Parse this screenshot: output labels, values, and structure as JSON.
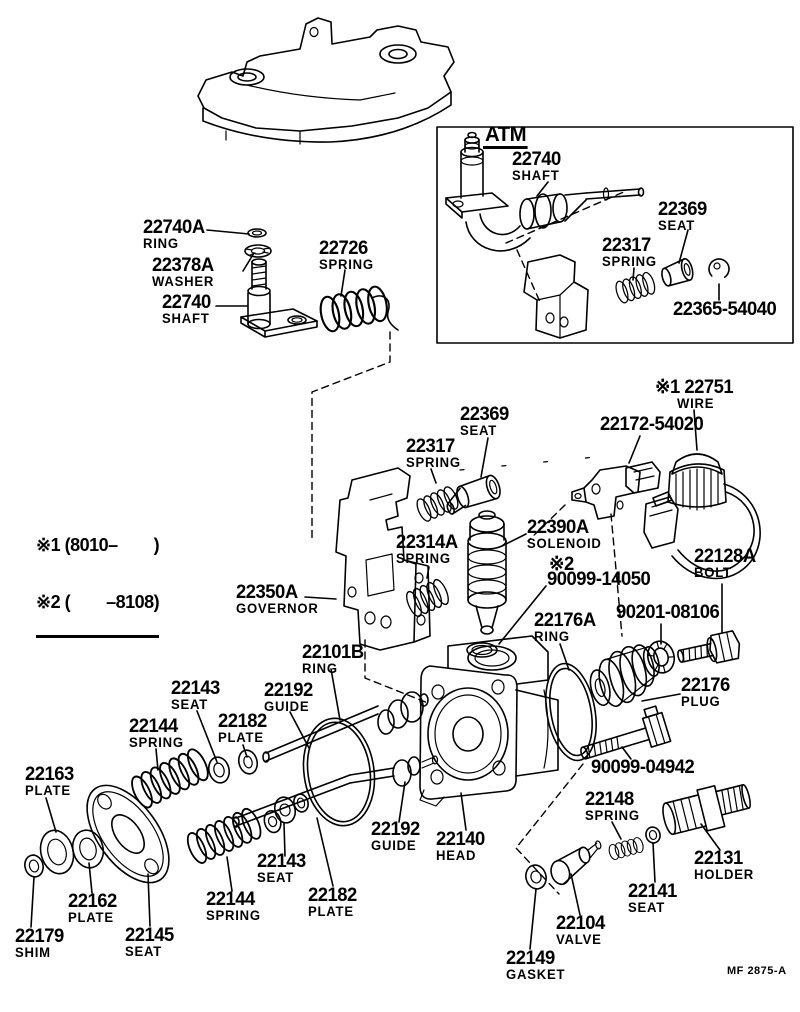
{
  "colors": {
    "ink": "#000000",
    "paper": "#ffffff"
  },
  "legend": {
    "line1": "※1 (8010–        )",
    "line2": "※2 (        –8108)"
  },
  "footer": {
    "code": "MF 2875-A"
  },
  "labels": [
    {
      "num": "22740A",
      "name": "RING"
    },
    {
      "num": "22378A",
      "name": "WASHER"
    },
    {
      "num": "22740",
      "name": "SHAFT"
    },
    {
      "num": "22726",
      "name": "SPRING"
    },
    {
      "num": "ATM",
      "name": ""
    },
    {
      "num": "22740",
      "name": "SHAFT"
    },
    {
      "num": "22369",
      "name": "SEAT"
    },
    {
      "num": "22317",
      "name": "SPRING"
    },
    {
      "num": "22365-54040",
      "name": ""
    },
    {
      "num": "※1 22751",
      "name": "WIRE"
    },
    {
      "num": "22172-54020",
      "name": ""
    },
    {
      "num": "22369",
      "name": "SEAT"
    },
    {
      "num": "22317",
      "name": "SPRING"
    },
    {
      "num": "22314A",
      "name": "SPRING"
    },
    {
      "num": "22390A",
      "name": "SOLENOID"
    },
    {
      "num": "※2",
      "name": ""
    },
    {
      "num": "90099-14050",
      "name": ""
    },
    {
      "num": "22350A",
      "name": "GOVERNOR"
    },
    {
      "num": "22128A",
      "name": "BOLT"
    },
    {
      "num": "90201-08106",
      "name": ""
    },
    {
      "num": "22176A",
      "name": "RING"
    },
    {
      "num": "22176",
      "name": "PLUG"
    },
    {
      "num": "90099-04942",
      "name": ""
    },
    {
      "num": "22101B",
      "name": "RING"
    },
    {
      "num": "22192",
      "name": "GUIDE"
    },
    {
      "num": "22143",
      "name": "SEAT"
    },
    {
      "num": "22182",
      "name": "PLATE"
    },
    {
      "num": "22144",
      "name": "SPRING"
    },
    {
      "num": "22163",
      "name": "PLATE"
    },
    {
      "num": "22162",
      "name": "PLATE"
    },
    {
      "num": "22179",
      "name": "SHIM"
    },
    {
      "num": "22145",
      "name": "SEAT"
    },
    {
      "num": "22144",
      "name": "SPRING"
    },
    {
      "num": "22143",
      "name": "SEAT"
    },
    {
      "num": "22182",
      "name": "PLATE"
    },
    {
      "num": "22192",
      "name": "GUIDE"
    },
    {
      "num": "22140",
      "name": "HEAD"
    },
    {
      "num": "22148",
      "name": "SPRING"
    },
    {
      "num": "22141",
      "name": "SEAT"
    },
    {
      "num": "22131",
      "name": "HOLDER"
    },
    {
      "num": "22104",
      "name": "VALVE"
    },
    {
      "num": "22149",
      "name": "GASKET"
    }
  ]
}
